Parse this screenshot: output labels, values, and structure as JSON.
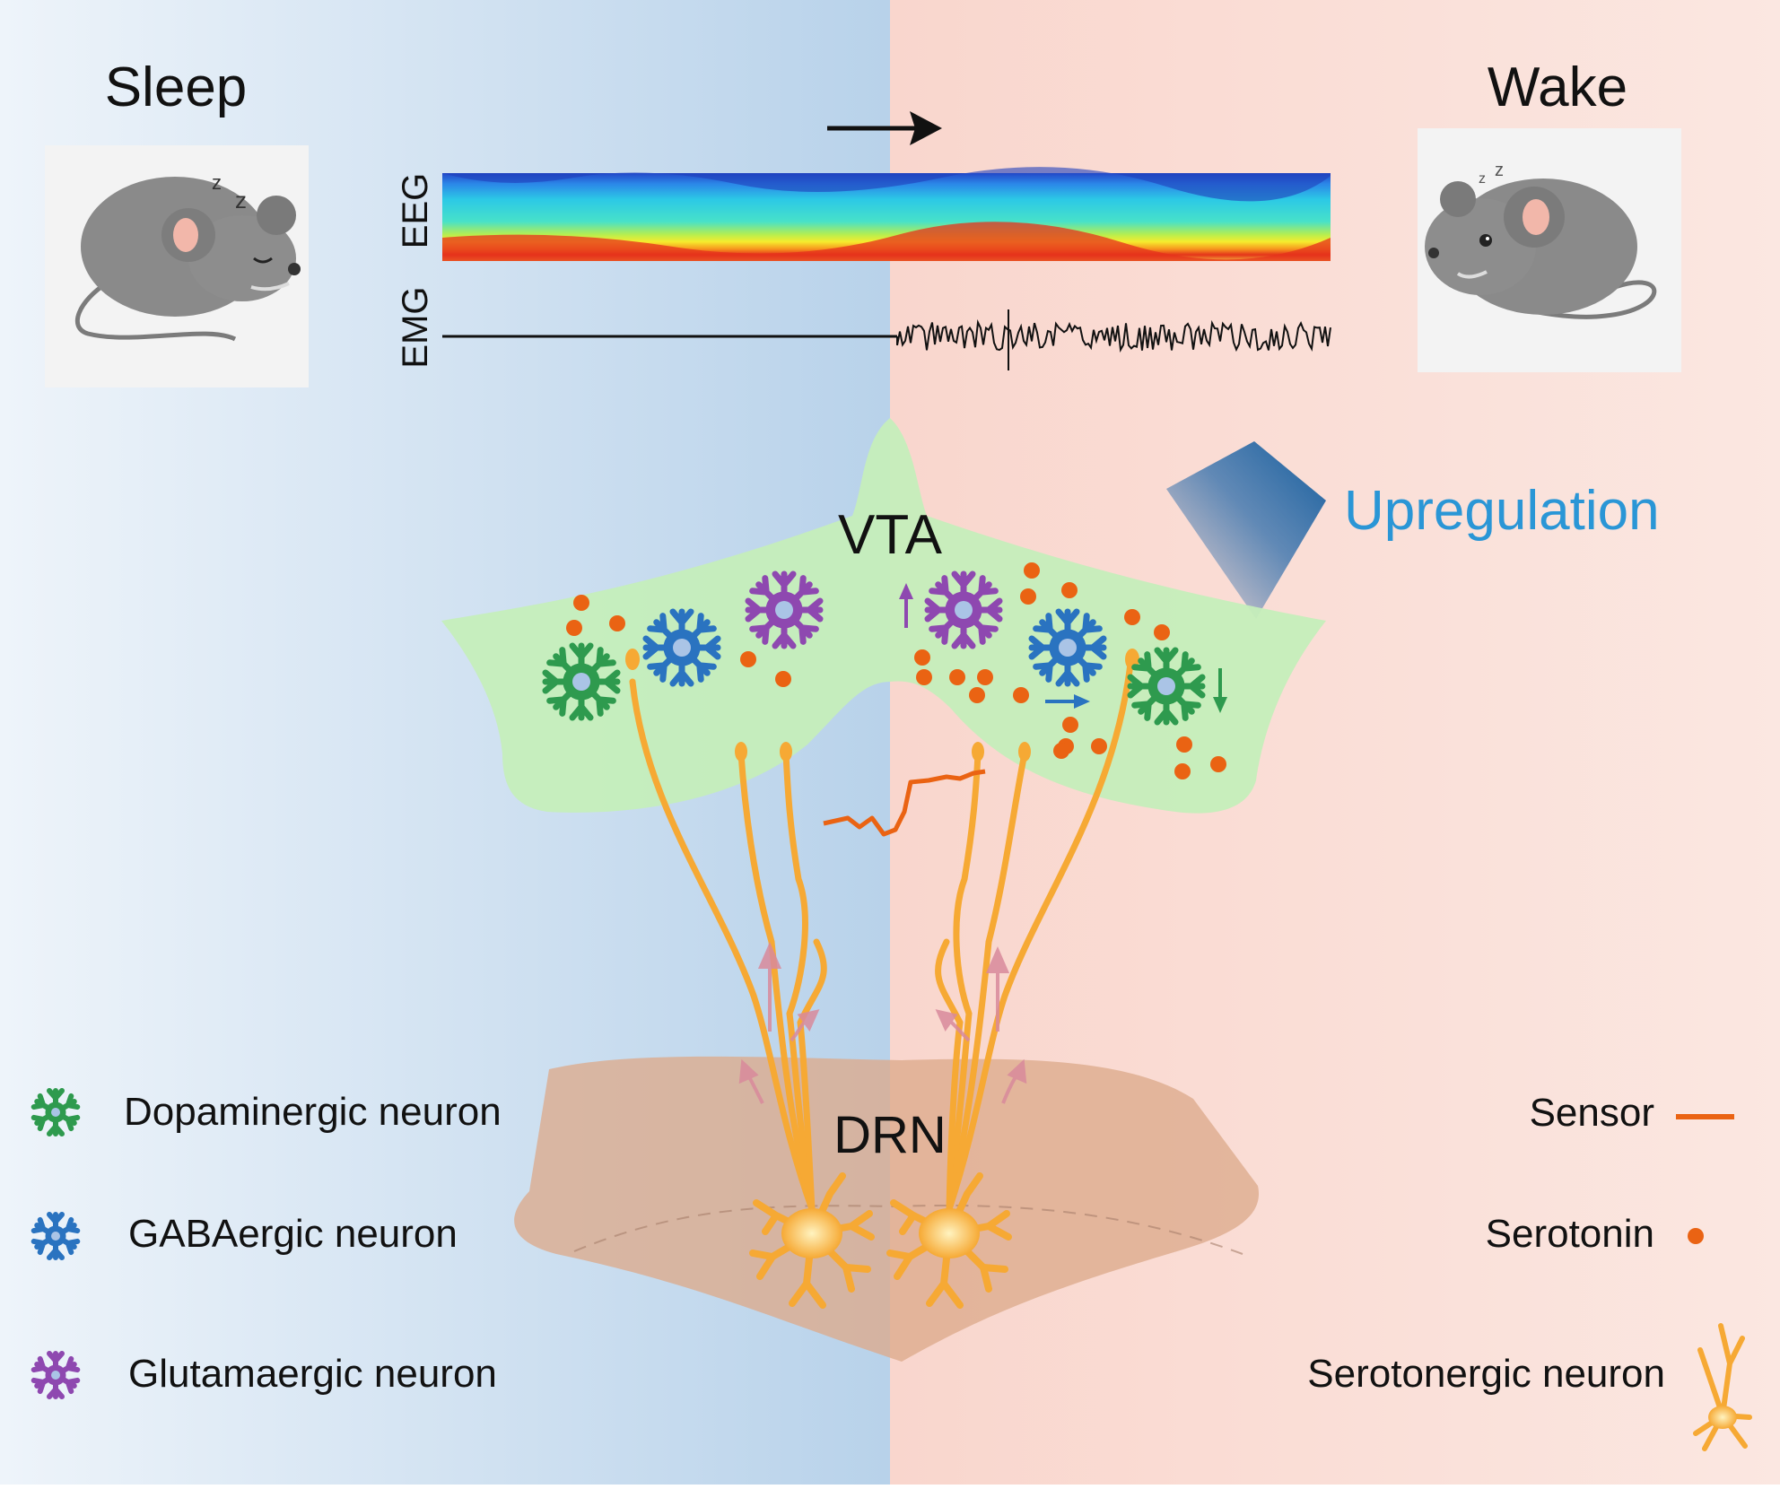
{
  "header": {
    "sleep_label": "Sleep",
    "wake_label": "Wake"
  },
  "recording": {
    "eeg_label": "EEG",
    "emg_label": "EMG"
  },
  "regions": {
    "vta_label": "VTA",
    "drn_label": "DRN"
  },
  "upregulation_label": "Upregulation",
  "legend_left": [
    {
      "label": "Dopaminergic neuron",
      "color": "#2e9a4e"
    },
    {
      "label": "GABAergic neuron",
      "color": "#2a73c0"
    },
    {
      "label": "Glutamaergic neuron",
      "color": "#8e48b0"
    }
  ],
  "legend_right": [
    {
      "label": "Sensor",
      "color": "#ea6313"
    },
    {
      "label": "Serotonin",
      "color": "#ea6313"
    },
    {
      "label": "Serotonergic neuron",
      "color": "#f6a934"
    }
  ],
  "colors": {
    "sleep_bg": "#bcd5eb",
    "wake_bg": "#fad8d0",
    "vta_fill": "#c9efc1",
    "drn_fill": "#e3a987",
    "upregulation_text": "#2a96d6"
  },
  "icons": {
    "sleeping_mouse": "sleeping-mouse-icon",
    "awake_mouse": "awake-mouse-icon",
    "time_arrow": "right-arrow-icon"
  }
}
